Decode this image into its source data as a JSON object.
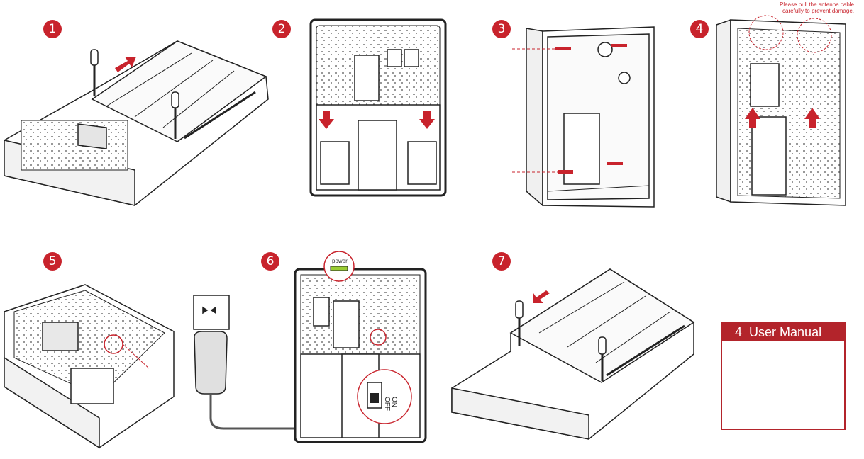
{
  "steps": [
    "1",
    "2",
    "3",
    "4",
    "5",
    "6",
    "7"
  ],
  "note": {
    "line1": "Please pull the antenna cable",
    "line2": "carefully to prevent damage."
  },
  "power_label": "power",
  "manual": {
    "number": "4",
    "title": "User Manual"
  },
  "colors": {
    "accent": "#c8232c",
    "line": "#222222",
    "led": "#9acd32"
  }
}
